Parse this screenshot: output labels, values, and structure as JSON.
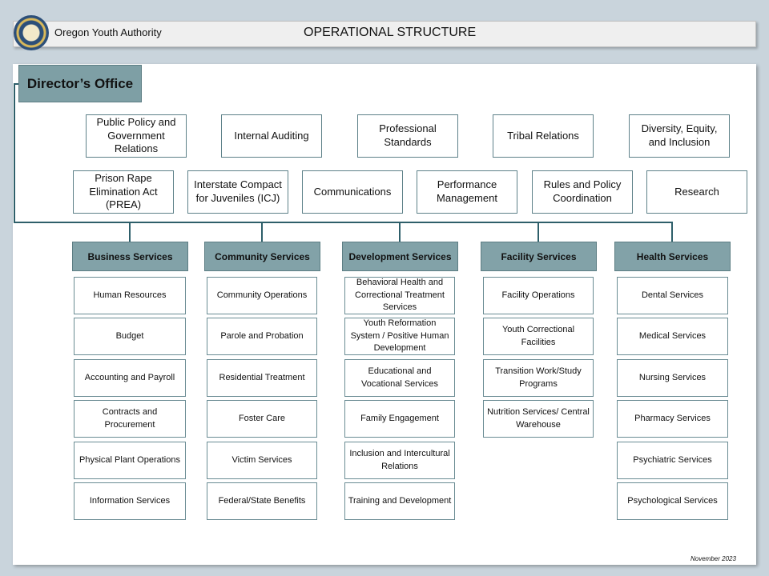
{
  "header": {
    "org_name": "Oregon Youth Authority",
    "title": "OPERATIONAL STRUCTURE"
  },
  "director": {
    "label": "Director’s Office"
  },
  "staff_row1": [
    "Public Policy and Government Relations",
    "Internal Auditing",
    "Professional Standards",
    "Tribal Relations",
    "Diversity, Equity, and Inclusion"
  ],
  "staff_row2": [
    "Prison Rape Elimination Act (PREA)",
    "Interstate Compact for Juveniles (ICJ)",
    "Communications",
    "Performance Management",
    "Rules and Policy Coordination",
    "Research"
  ],
  "departments": [
    {
      "name": "Business Services",
      "units": [
        "Human Resources",
        "Budget",
        "Accounting and Payroll",
        "Contracts and Procurement",
        "Physical Plant Operations",
        "Information Services"
      ]
    },
    {
      "name": "Community Services",
      "units": [
        "Community Operations",
        "Parole and Probation",
        "Residential Treatment",
        "Foster Care",
        "Victim Services",
        "Federal/State Benefits"
      ]
    },
    {
      "name": "Development Services",
      "units": [
        "Behavioral Health and Correctional Treatment Services",
        "Youth Reformation System / Positive Human Development",
        "Educational and Vocational Services",
        "Family Engagement",
        "Inclusion and Intercultural Relations",
        "Training and Development"
      ]
    },
    {
      "name": "Facility Services",
      "units": [
        "Facility Operations",
        "Youth Correctional Facilities",
        "Transition Work/Study Programs",
        "Nutrition Services/ Central Warehouse"
      ]
    },
    {
      "name": "Health Services",
      "units": [
        "Dental Services",
        "Medical Services",
        "Nursing Services",
        "Pharmacy Services",
        "Psychiatric Services",
        "Psychological Services"
      ]
    }
  ],
  "footer": {
    "date": "November 2023"
  },
  "colors": {
    "dept_fill": "#82a2a8",
    "director_fill": "#7e9fa5",
    "connector": "#2e5f6a",
    "box_border": "#5e8189"
  }
}
